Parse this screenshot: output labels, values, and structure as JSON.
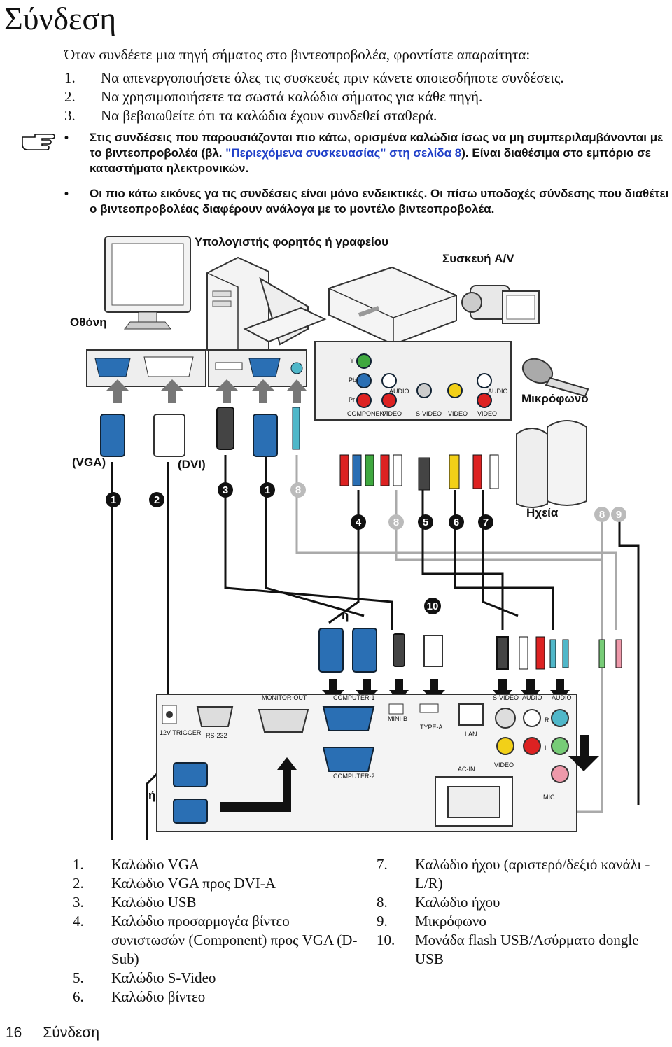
{
  "title": "Σύνδεση",
  "intro": "Όταν συνδέετε μια πηγή σήματος στο βιντεοπροβολέα, φροντίστε απαραίτητα:",
  "steps": [
    {
      "num": "1.",
      "text": "Να απενεργοποιήσετε όλες τις συσκευές πριν κάνετε οποιεσδήποτε συνδέσεις."
    },
    {
      "num": "2.",
      "text": "Να χρησιμοποιήσετε τα σωστά καλώδια σήματος για κάθε πηγή."
    },
    {
      "num": "3.",
      "text": "Να βεβαιωθείτε ότι τα καλώδια έχουν συνδεθεί σταθερά."
    }
  ],
  "notes": {
    "bullet1_a": "Στις συνδέσεις που παρουσιάζονται πιο κάτω, ορισμένα καλώδια ίσως να μη συμπεριλαμβάνονται με το βιντεοπροβολέα (βλ. ",
    "bullet1_link": "\"Περιεχόμενα συσκευασίας\" στη σελίδα 8",
    "bullet1_b": "). Είναι διαθέσιμα στο εμπόριο σε καταστήματα ηλεκτρονικών.",
    "bullet2": "Οι πιο κάτω εικόνες γα τις συνδέσεις είναι μόνο ενδεικτικές. Οι πίσω υποδοχές σύνδεσης που διαθέτει ο βιντεοπροβολέας διαφέρουν ανάλογα με το μοντέλο βιντεοπροβολέα."
  },
  "diagram": {
    "label_computer": "Υπολογιστής φορητός ή γραφείου",
    "label_av": "Συσκευή A/V",
    "label_monitor": "Οθόνη",
    "label_mic": "Μικρόφωνο",
    "label_vga": "(VGA)",
    "label_dvi": "(DVI)",
    "label_speakers": "Ηχεία",
    "label_or1": "ή",
    "label_or2": "ή",
    "av_ports": [
      "COMPONENT",
      "VIDEO",
      "AUDIO",
      "S-VIDEO",
      "VIDEO",
      "AUDIO",
      "VIDEO"
    ],
    "av_port_letters": [
      "Y",
      "Pb",
      "Pr"
    ],
    "panel": {
      "monitor_out": "MONITOR-OUT",
      "computer1": "COMPUTER-1",
      "computer2": "COMPUTER-2",
      "trigger": "12V TRIGGER",
      "rs232": "RS-232",
      "mini_b": "MINI-B",
      "type_a": "TYPE-A",
      "lan": "LAN",
      "svideo": "S-VIDEO",
      "audio1": "AUDIO",
      "audio2": "AUDIO",
      "video": "VIDEO",
      "ac_in": "AC-IN",
      "mic": "MIC",
      "r": "R",
      "l": "L"
    },
    "cable_numbers": [
      "1",
      "2",
      "3",
      "1",
      "8",
      "4",
      "8",
      "5",
      "6",
      "7",
      "8",
      "9",
      "10"
    ]
  },
  "legend_left": [
    {
      "num": "1.",
      "text": "Καλώδιο VGA"
    },
    {
      "num": "2.",
      "text": "Καλώδιο VGA προς DVI-A"
    },
    {
      "num": "3.",
      "text": "Καλώδιο USB"
    },
    {
      "num": "4.",
      "text": "Καλώδιο προσαρμογέα βίντεο συνιστωσών (Component) προς VGA (D-Sub)"
    },
    {
      "num": "5.",
      "text": "Καλώδιο S-Video"
    },
    {
      "num": "6.",
      "text": "Καλώδιο βίντεο"
    }
  ],
  "legend_right": [
    {
      "num": "7.",
      "text": "Καλώδιο ήχου (αριστερό/δεξιό κανάλι - L/R)"
    },
    {
      "num": "8.",
      "text": "Καλώδιο ήχου"
    },
    {
      "num": "9.",
      "text": "Μικρόφωνο"
    },
    {
      "num": "10.",
      "text": "Μονάδα flash USB/Ασύρματο dongle USB"
    }
  ],
  "footer": {
    "page": "16",
    "section": "Σύνδεση"
  }
}
